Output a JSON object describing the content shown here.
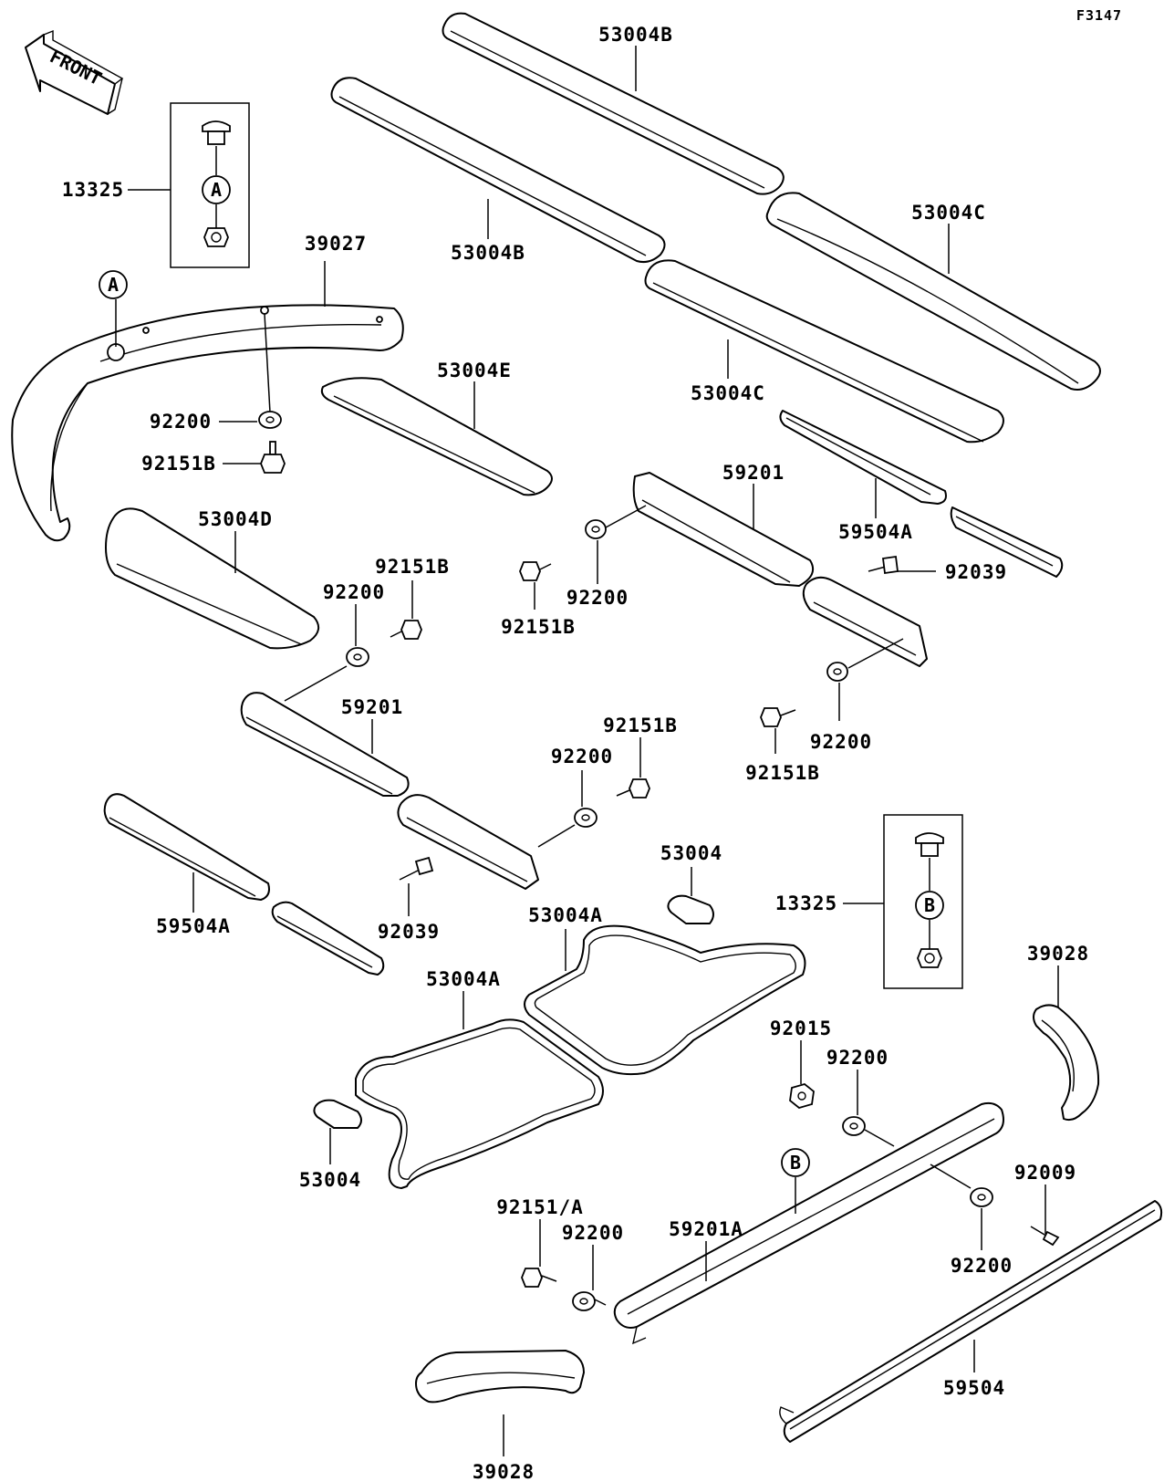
{
  "diagram": {
    "figure_code": "F3147",
    "front_arrow_label": "FRONT",
    "callouts": {
      "a": "A",
      "b": "B"
    },
    "labels": {
      "p53004B_top": "53004B",
      "p53004B_left": "53004B",
      "p53004C_right": "53004C",
      "p53004C_mid": "53004C",
      "p13325_a": "13325",
      "p39027": "39027",
      "p53004E": "53004E",
      "p92200_a": "92200",
      "p92151B_a": "92151B",
      "p53004D": "53004D",
      "p59201_right": "59201",
      "p59504A_right": "59504A",
      "p92039_right": "92039",
      "p92151B_b": "92151B",
      "p92200_b": "92200",
      "p92151B_c": "92151B",
      "p92200_c": "92200",
      "p59201_left": "59201",
      "p92151B_d": "92151B",
      "p92200_d": "92200",
      "p92151B_e": "92151B",
      "p92200_e": "92200",
      "p53004_small_top": "53004",
      "p13325_b": "13325",
      "p53004A_right": "53004A",
      "p59504A_left": "59504A",
      "p92039_left": "92039",
      "p53004A_left": "53004A",
      "p39028_right": "39028",
      "p92015": "92015",
      "p92200_f": "92200",
      "p53004_small_bottom": "53004",
      "p92009": "92009",
      "p92151A": "92151/A",
      "p59201A": "59201A",
      "p92200_g": "92200",
      "p92200_h": "92200",
      "p59504": "59504",
      "p39028_bottom": "39028"
    }
  }
}
